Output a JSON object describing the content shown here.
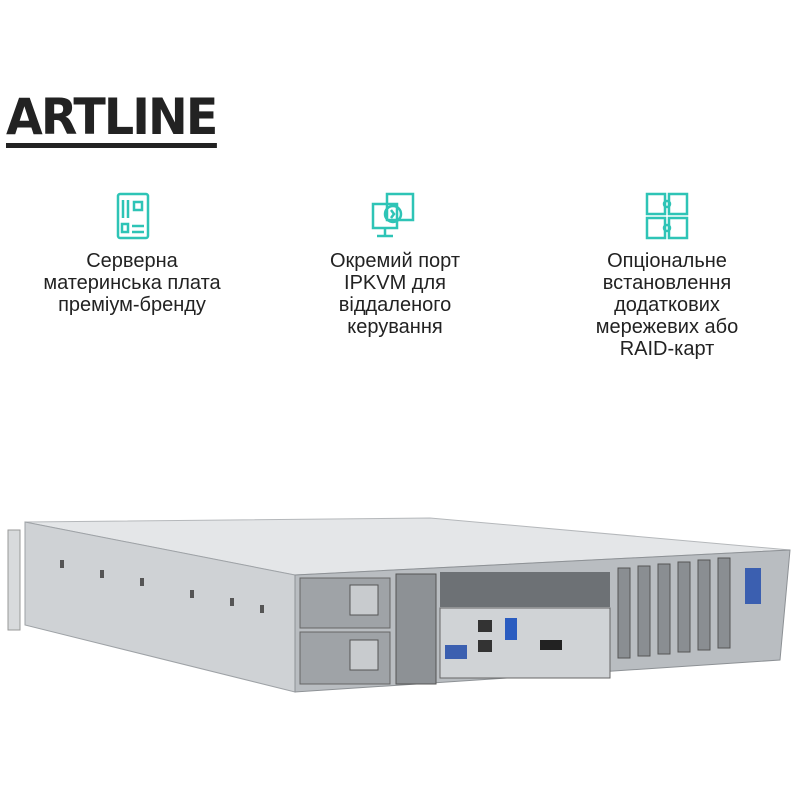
{
  "brand": {
    "logo_text": "ARTLINE"
  },
  "features": [
    {
      "icon": "motherboard-icon",
      "text": "Серверна\nматеринська плата\nпреміум-бренду"
    },
    {
      "icon": "remote-desktop-icon",
      "text": "Окремий порт\nIPKVM для\nвіддаленого\nкерування"
    },
    {
      "icon": "puzzle-icon",
      "text": "Опціональне\nвстановлення\nдодаткових\nмережевих або\nRAID-карт"
    }
  ],
  "colors": {
    "accent": "#2ec4b6",
    "text": "#222222"
  }
}
